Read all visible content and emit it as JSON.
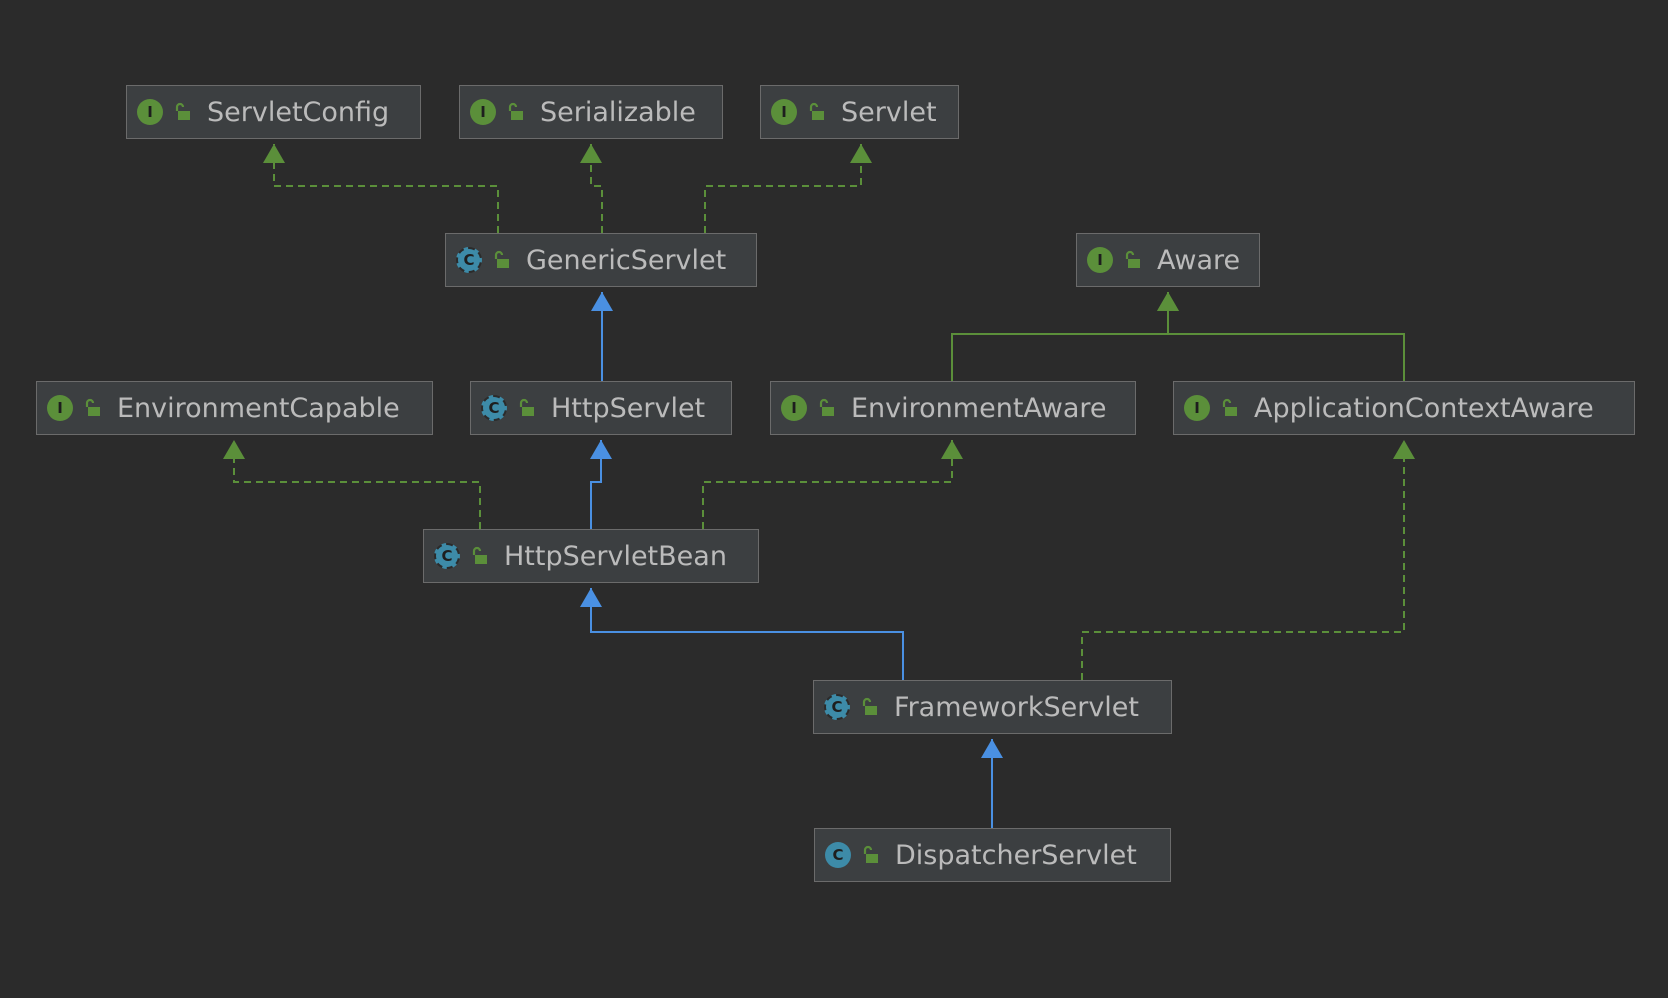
{
  "colors": {
    "background": "#2b2b2b",
    "node_fill": "#3c3f41",
    "node_border": "#6b6b6b",
    "text": "#bbbbbb",
    "interface_badge": "#5b8f3a",
    "class_badge": "#3d8ba8",
    "extends_edge": "#4a90e2",
    "implements_edge": "#5b8f3a"
  },
  "nodes": [
    {
      "id": "servletconfig",
      "label": "ServletConfig",
      "kind": "interface",
      "badge": "I",
      "icon": "interface-icon"
    },
    {
      "id": "serializable",
      "label": "Serializable",
      "kind": "interface",
      "badge": "I",
      "icon": "interface-icon"
    },
    {
      "id": "servlet",
      "label": "Servlet",
      "kind": "interface",
      "badge": "I",
      "icon": "interface-icon"
    },
    {
      "id": "genericservlet",
      "label": "GenericServlet",
      "kind": "abstract",
      "badge": "C",
      "icon": "abstract-class-icon"
    },
    {
      "id": "aware",
      "label": "Aware",
      "kind": "interface",
      "badge": "I",
      "icon": "interface-icon"
    },
    {
      "id": "environmentcapable",
      "label": "EnvironmentCapable",
      "kind": "interface",
      "badge": "I",
      "icon": "interface-icon"
    },
    {
      "id": "httpservlet",
      "label": "HttpServlet",
      "kind": "abstract",
      "badge": "C",
      "icon": "abstract-class-icon"
    },
    {
      "id": "environmentaware",
      "label": "EnvironmentAware",
      "kind": "interface",
      "badge": "I",
      "icon": "interface-icon"
    },
    {
      "id": "applicationcontextaware",
      "label": "ApplicationContextAware",
      "kind": "interface",
      "badge": "I",
      "icon": "interface-icon"
    },
    {
      "id": "httpservletbean",
      "label": "HttpServletBean",
      "kind": "abstract",
      "badge": "C",
      "icon": "abstract-class-icon"
    },
    {
      "id": "frameworkservlet",
      "label": "FrameworkServlet",
      "kind": "abstract",
      "badge": "C",
      "icon": "abstract-class-icon"
    },
    {
      "id": "dispatcherservlet",
      "label": "DispatcherServlet",
      "kind": "class",
      "badge": "C",
      "icon": "class-icon"
    }
  ],
  "edges": [
    {
      "from": "genericservlet",
      "to": "servletconfig",
      "type": "implements"
    },
    {
      "from": "genericservlet",
      "to": "serializable",
      "type": "implements"
    },
    {
      "from": "genericservlet",
      "to": "servlet",
      "type": "implements"
    },
    {
      "from": "httpservlet",
      "to": "genericservlet",
      "type": "extends"
    },
    {
      "from": "environmentaware",
      "to": "aware",
      "type": "extends-interface"
    },
    {
      "from": "applicationcontextaware",
      "to": "aware",
      "type": "extends-interface"
    },
    {
      "from": "httpservletbean",
      "to": "environmentcapable",
      "type": "implements"
    },
    {
      "from": "httpservletbean",
      "to": "httpservlet",
      "type": "extends"
    },
    {
      "from": "httpservletbean",
      "to": "environmentaware",
      "type": "implements"
    },
    {
      "from": "frameworkservlet",
      "to": "httpservletbean",
      "type": "extends"
    },
    {
      "from": "frameworkservlet",
      "to": "applicationcontextaware",
      "type": "implements"
    },
    {
      "from": "dispatcherservlet",
      "to": "frameworkservlet",
      "type": "extends"
    }
  ]
}
